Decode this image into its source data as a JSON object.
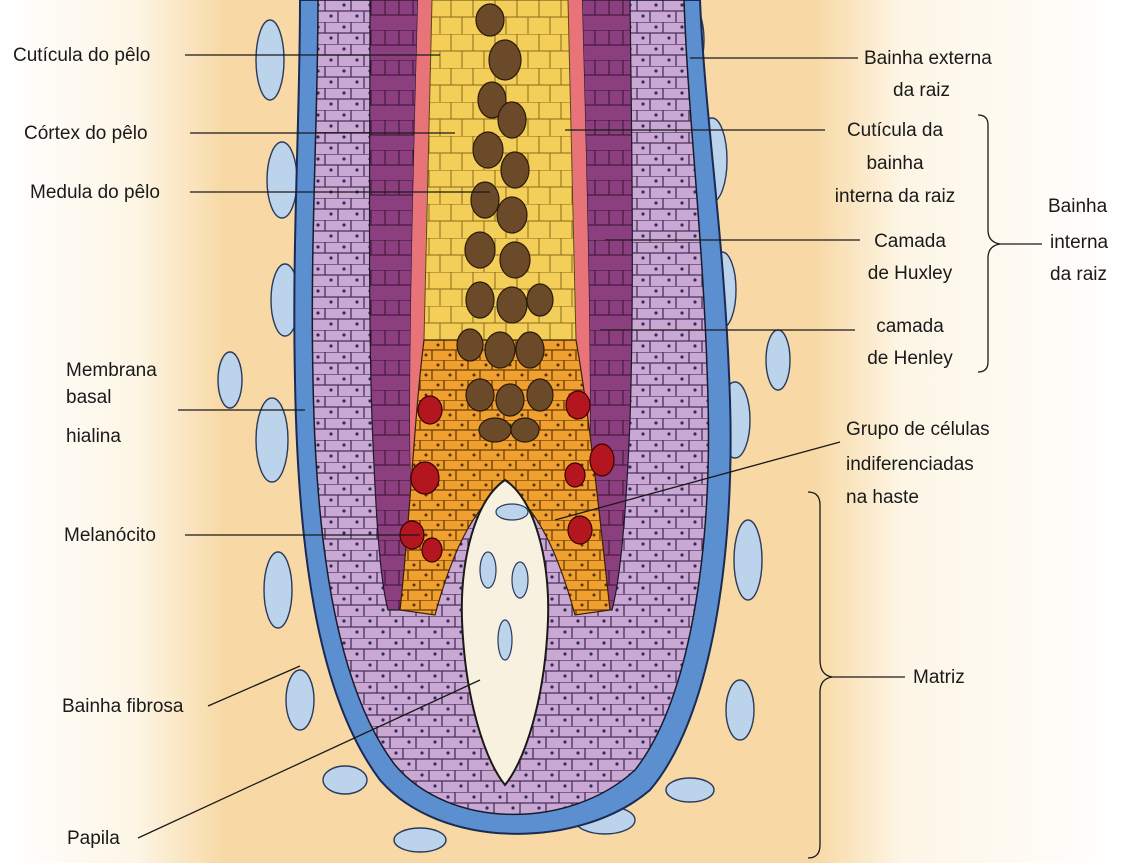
{
  "figure": {
    "labels_left": {
      "cuticula_pelo": "Cutícula do pêlo",
      "cortex_pelo": "Córtex do pêlo",
      "medula_pelo": "Medula do pêlo",
      "membrana_basal": [
        "Membrana",
        "basal",
        "hialina"
      ],
      "melanocito": "Melanócito",
      "bainha_fibrosa": "Bainha fibrosa",
      "papila": "Papila"
    },
    "labels_right": {
      "bainha_externa": [
        "Bainha externa",
        "da raiz"
      ],
      "cuticula_bainha": [
        "Cutícula da",
        "bainha",
        "interna da raiz"
      ],
      "huxley": [
        "Camada",
        "de Huxley"
      ],
      "henley": [
        "camada",
        "de Henley"
      ],
      "bainha_interna": [
        "Bainha",
        "interna",
        "da raiz"
      ],
      "grupo_celulas": [
        "Grupo de células",
        "indiferenciadas",
        "na haste"
      ],
      "matriz": "Matriz"
    },
    "colors": {
      "background_cream": "#fbf3dc",
      "background_peach": "#f7d9a8",
      "dermis_cells": "#bcd3ec",
      "fibrous_sheath": "#5b8fd0",
      "outer_root_sheath": "#c9a9d4",
      "huxley_layer": "#8b3f7f",
      "henley_layer": "#e8747a",
      "cortex": "#f3cf5a",
      "medulla": "#6b4a2a",
      "matrix_orange": "#f0a02e",
      "melanocyte": "#b3161e",
      "papilla": "#f8f1df"
    }
  }
}
